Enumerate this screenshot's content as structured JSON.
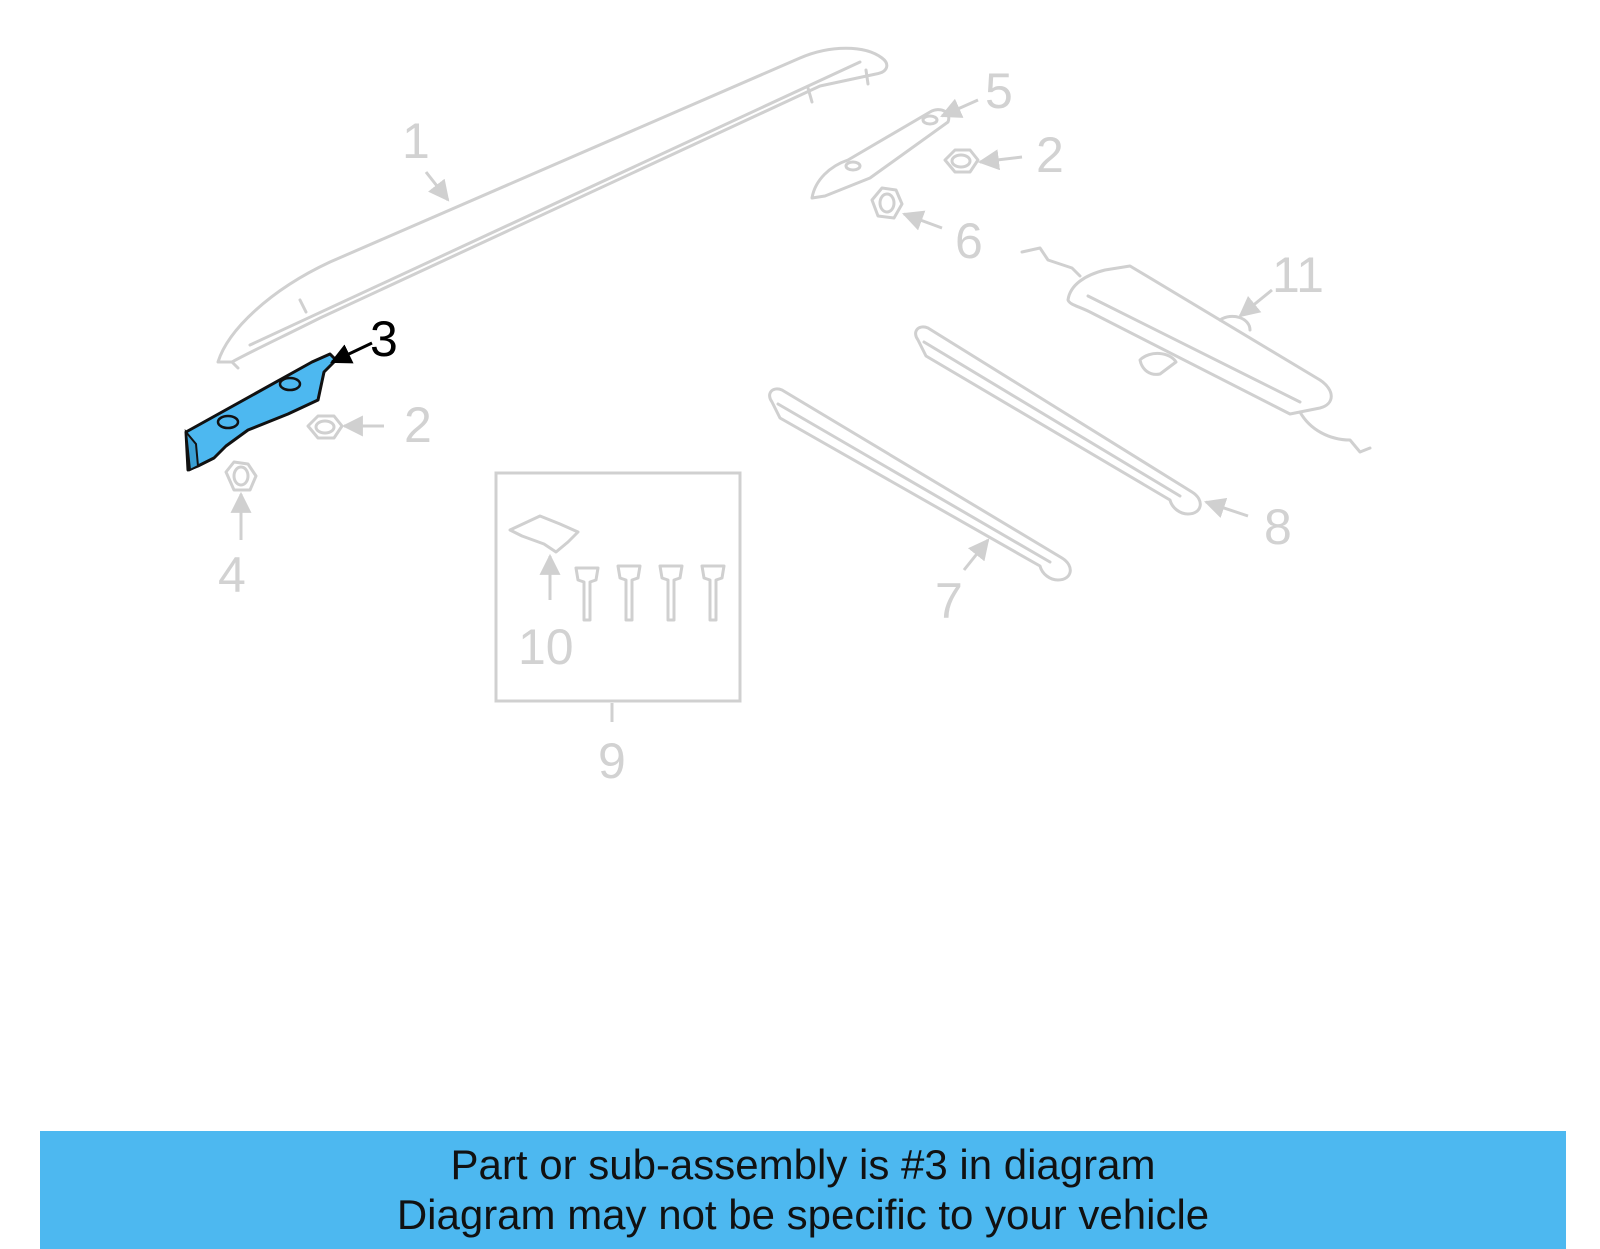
{
  "diagram": {
    "highlight_color": "#4db8f0",
    "highlighted_part": "3",
    "callouts": {
      "c1": "1",
      "c2a": "2",
      "c2b": "2",
      "c3": "3",
      "c4": "4",
      "c5": "5",
      "c6": "6",
      "c7": "7",
      "c8": "8",
      "c9": "9",
      "c10": "10",
      "c11": "11"
    }
  },
  "banner": {
    "line1": "Part or sub-assembly is #3 in diagram",
    "line2": "Diagram may not be specific to your vehicle",
    "background": "#4db8f0"
  }
}
